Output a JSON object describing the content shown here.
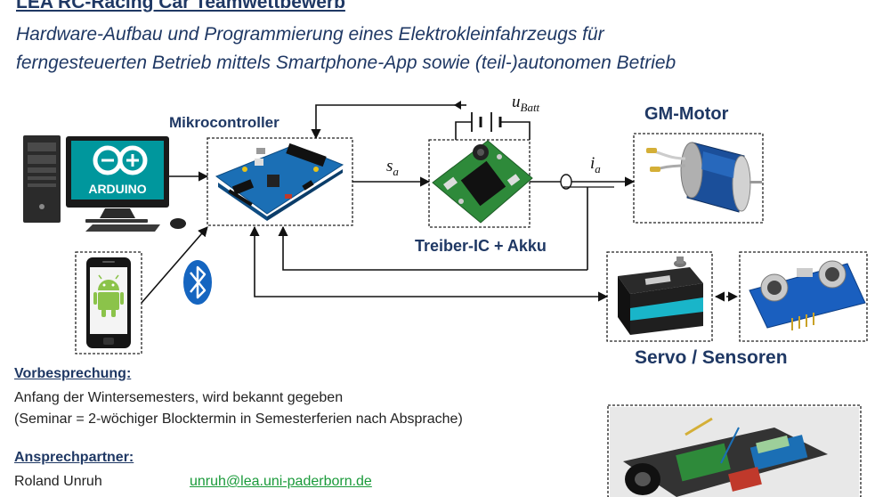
{
  "header": {
    "title": "LEA RC-Racing Car Teamwettbewerb",
    "subtitle_line1": "Hardware-Aufbau und Programmierung eines Elektrokleinfahrzeugs für",
    "subtitle_line2": "ferngesteuerten Betrieb mittels Smartphone-App sowie (teil-)autonomen Betrieb"
  },
  "diagram": {
    "microcontroller_label": "Mikrocontroller",
    "gm_motor_label": "GM-Motor",
    "treiber_label": "Treiber-IC + Akku",
    "servo_label": "Servo / Sensoren",
    "arduino_logo_text": "ARDUINO",
    "signal_sa_main": "s",
    "signal_sa_sub": "a",
    "signal_ia_main": "i",
    "signal_ia_sub": "a",
    "signal_ubatt_main": "u",
    "signal_ubatt_sub": "Batt"
  },
  "vorbesprechung": {
    "title": "Vorbesprechung:",
    "line1": "Anfang der Wintersemesters, wird bekannt gegeben",
    "line2": "(Seminar = 2-wöchiger Blocktermin in Semesterferien nach Absprache)"
  },
  "contact": {
    "title": "Ansprechpartner:",
    "name": "Roland Unruh",
    "email": "unruh@lea.uni-paderborn.de"
  },
  "colors": {
    "heading": "#1f3864",
    "pcb": "#2e8a3a",
    "board_blue": "#1b6fb5",
    "arduino_teal": "#00979d",
    "bluetooth": "#1565c0",
    "android": "#8bc34a",
    "link": "#1a9a3a"
  },
  "icons": {
    "bluetooth": "bluetooth-icon",
    "android": "android-icon",
    "arduino": "arduino-logo-icon"
  }
}
